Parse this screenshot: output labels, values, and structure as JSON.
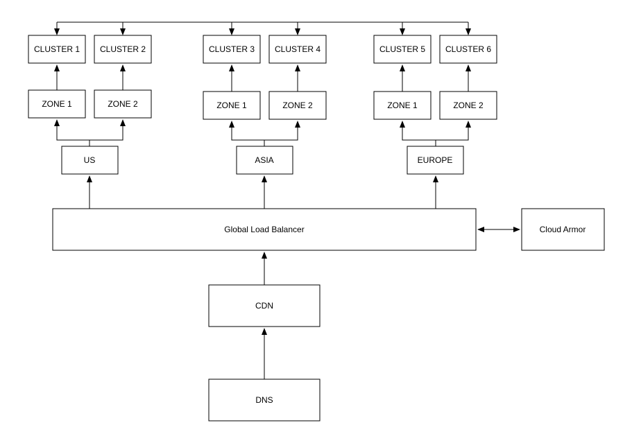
{
  "diagram": {
    "nodes": {
      "cluster_1": "CLUSTER 1",
      "cluster_2": "CLUSTER 2",
      "cluster_3": "CLUSTER 3",
      "cluster_4": "CLUSTER 4",
      "cluster_5": "CLUSTER 5",
      "cluster_6": "CLUSTER 6",
      "us_zone_1": "ZONE 1",
      "us_zone_2": "ZONE 2",
      "asia_zone_1": "ZONE 1",
      "asia_zone_2": "ZONE 2",
      "europe_zone_1": "ZONE 1",
      "europe_zone_2": "ZONE 2",
      "us": "US",
      "asia": "ASIA",
      "europe": "EUROPE",
      "global_load_balancer": "Global Load Balancer",
      "cloud_armor": "Cloud Armor",
      "cdn": "CDN",
      "dns": "DNS"
    },
    "colors": {
      "line": "#000000",
      "box_fill": "#ffffff",
      "background": "#ffffff"
    }
  }
}
